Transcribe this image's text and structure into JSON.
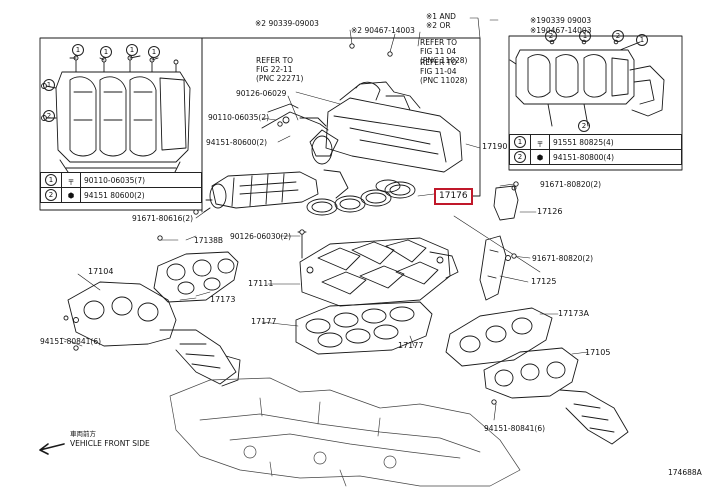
{
  "diagram_id": "174688A",
  "highlight_part": "17176",
  "vehicle_front": "VEHICLE FRONT SIDE",
  "vehicle_front_jp": "車両前方",
  "top_left_refs": [
    "※2 90339-09003",
    "※2 90467-14003"
  ],
  "top_left_notes": [
    "※1 AND",
    "※2 OR"
  ],
  "top_right_refs": [
    "※190339 09003",
    "※190467-14003"
  ],
  "refer_a": [
    "REFER TO",
    "FIG 11 04",
    "(PNC 11028)"
  ],
  "refer_b": [
    "REFER TO",
    "FIG 11-04",
    "(PNC 11028)"
  ],
  "refer_c": [
    "REFER TO",
    "FIG 22-11",
    "(PNC 22271)"
  ],
  "left_legend": [
    {
      "n": "1",
      "icon": "bolt-icon",
      "part": "90110-06035(7)"
    },
    {
      "n": "2",
      "icon": "nut-icon",
      "part": "94151 80600(2)"
    }
  ],
  "right_legend": [
    {
      "n": "1",
      "icon": "bolt-icon",
      "part": "91551 80825(4)"
    },
    {
      "n": "2",
      "icon": "nut-icon",
      "part": "94151-80800(4)"
    }
  ],
  "labels": {
    "p90126_06029": "90126-06029",
    "p90110_06035": "90110-06035(2)",
    "p94151_80600": "94151-80600(2)",
    "p17190": "17190",
    "p91671_80820a": "91671-80820(2)",
    "p17126": "17126",
    "p91671_80616": "91671-80616(2)",
    "p17138b": "17138B",
    "p90126_06030": "90126-06030(2)",
    "p91671_80820b": "91671-80820(2)",
    "p17104": "17104",
    "p17111": "17111",
    "p17125": "17125",
    "p17173": "17173",
    "p17177a": "17177",
    "p17177b": "17177",
    "p17173a": "17173A",
    "p17105": "17105",
    "p94151_80841a": "94151-80841(6)",
    "p94151_80841b": "94151-80841(6)"
  },
  "legend_marks": [
    "1",
    "1",
    "1",
    "1",
    "1",
    "2",
    "2",
    "1",
    "2",
    "1",
    "2"
  ]
}
